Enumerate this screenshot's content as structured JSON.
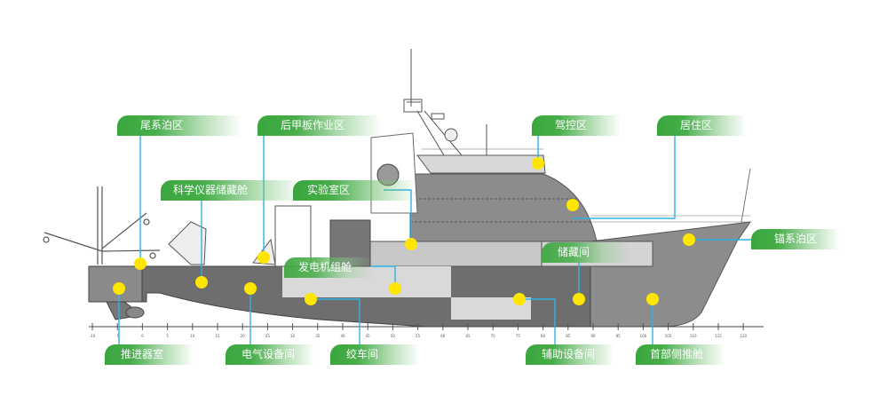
{
  "diagram": {
    "title": "船舶区域分布图",
    "colors": {
      "label_green": "#3aa63e",
      "marker_yellow": "#ffe500",
      "leader_line": "#2fb2e6",
      "hull_dark": "#6e6e6e",
      "hull_mid": "#8c8c8c",
      "hull_light": "#b4b4b4",
      "deck_lightest": "#dcdcdc"
    },
    "frame_scale_ticks": [
      "-10",
      "-5",
      "0",
      "5",
      "10",
      "15",
      "20",
      "25",
      "30",
      "35",
      "40",
      "45",
      "50",
      "55",
      "60",
      "65",
      "70",
      "75",
      "80",
      "85",
      "90",
      "95",
      "100",
      "105",
      "110",
      "115",
      "120"
    ],
    "zones": [
      {
        "id": "stern-mooring",
        "label": "尾系泊区"
      },
      {
        "id": "aft-deck-work",
        "label": "后甲板作业区"
      },
      {
        "id": "instrument-storage",
        "label": "科学仪器储藏舱"
      },
      {
        "id": "laboratory",
        "label": "实验室区"
      },
      {
        "id": "bridge",
        "label": "驾控区"
      },
      {
        "id": "accommodation",
        "label": "居住区"
      },
      {
        "id": "anchor-mooring",
        "label": "锚系泊区"
      },
      {
        "id": "generator-room",
        "label": "发电机组舱"
      },
      {
        "id": "storeroom",
        "label": "储藏间"
      },
      {
        "id": "propulsion-room",
        "label": "推进器室"
      },
      {
        "id": "electrical-room",
        "label": "电气设备间"
      },
      {
        "id": "winch-room",
        "label": "绞车间"
      },
      {
        "id": "auxiliary-room",
        "label": "辅助设备间"
      },
      {
        "id": "bow-thruster",
        "label": "首部侧推舱"
      }
    ]
  }
}
